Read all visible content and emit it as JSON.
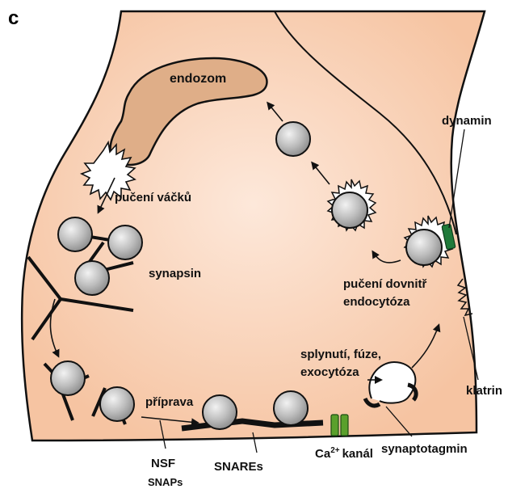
{
  "panel_letter": "c",
  "labels": {
    "endosome": "endozom",
    "budding": "pučení váčků",
    "synapsin": "synapsin",
    "dynamin": "dynamin",
    "budding_inward_1": "pučení dovnitř",
    "budding_inward_2": "endocytóza",
    "fusion_1": "splynutí, fúze,",
    "fusion_2": "exocytóza",
    "clathrin": "klatrin",
    "priming": "příprava",
    "nsf": "NSF",
    "snaps": "SNAPs",
    "snares": "SNAREs",
    "ca_channel_prefix": "Ca",
    "ca_channel_sup": "2+",
    "ca_channel_suffix": "kanál",
    "synaptotagmin": "synaptotagmin"
  },
  "colors": {
    "cytoplasm": "#f7c9a9",
    "cytoplasm_center": "#fde7d8",
    "endosome": "#dfae88",
    "vesicle": "#b5b5b5",
    "dynamin": "#1f7a3a",
    "channel": "#5aa02c",
    "outline": "#111111"
  }
}
